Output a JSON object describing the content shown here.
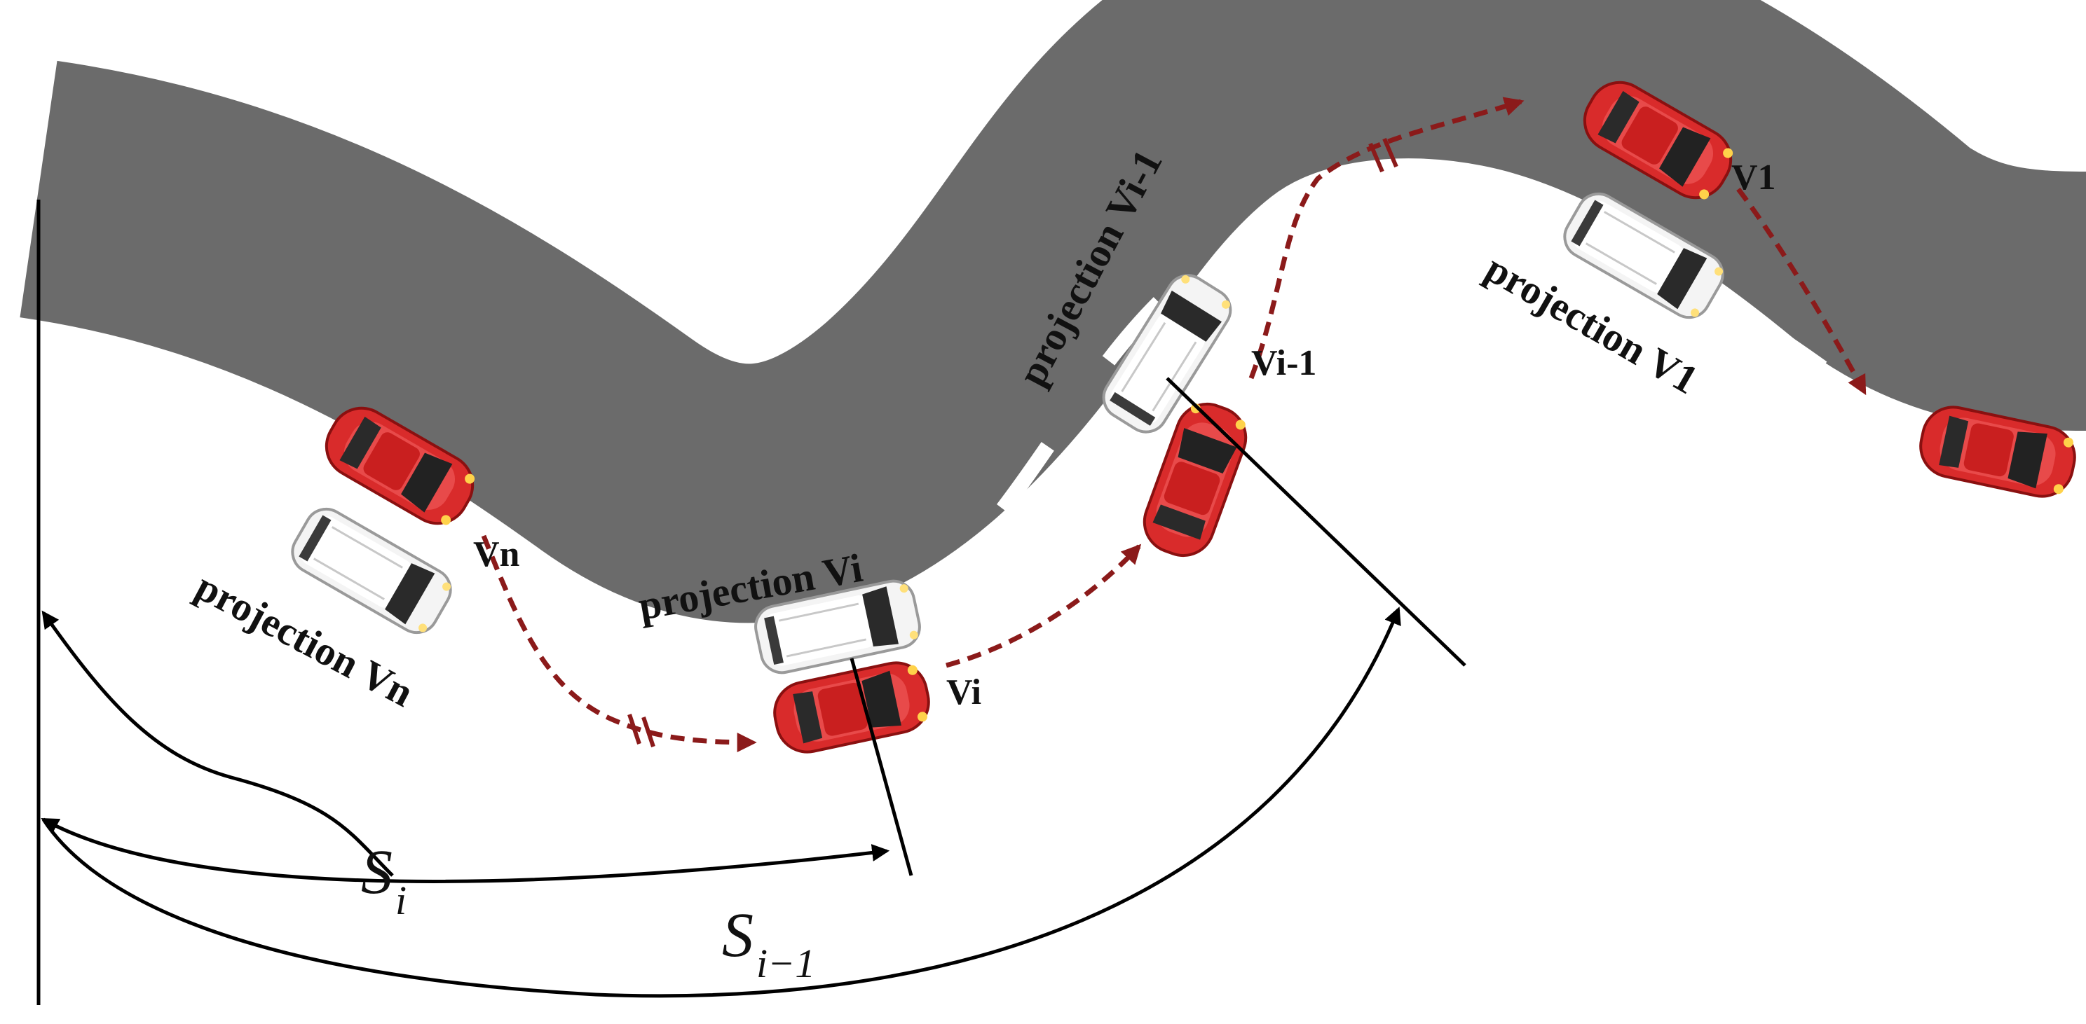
{
  "colors": {
    "road": "#6b6b6b",
    "lane_marking": "#ffffff",
    "car_red": "#d92b2b",
    "car_white": "#f2f2f2",
    "trajectory": "#8b1a1a",
    "arc_lines": "#000000"
  },
  "labels": {
    "vehicle_n": "Vn",
    "vehicle_i": "Vi",
    "vehicle_i_minus_1": "Vi-1",
    "vehicle_1": "V1",
    "projection_n": "projection Vn",
    "projection_i": "projection Vi",
    "projection_i_minus_1": "projection Vi-1",
    "projection_1": "projection V1"
  },
  "distances": {
    "s_i": {
      "symbol": "S",
      "subscript": "i"
    },
    "s_i_minus_1": {
      "symbol": "S",
      "subscript": "i−1"
    }
  }
}
